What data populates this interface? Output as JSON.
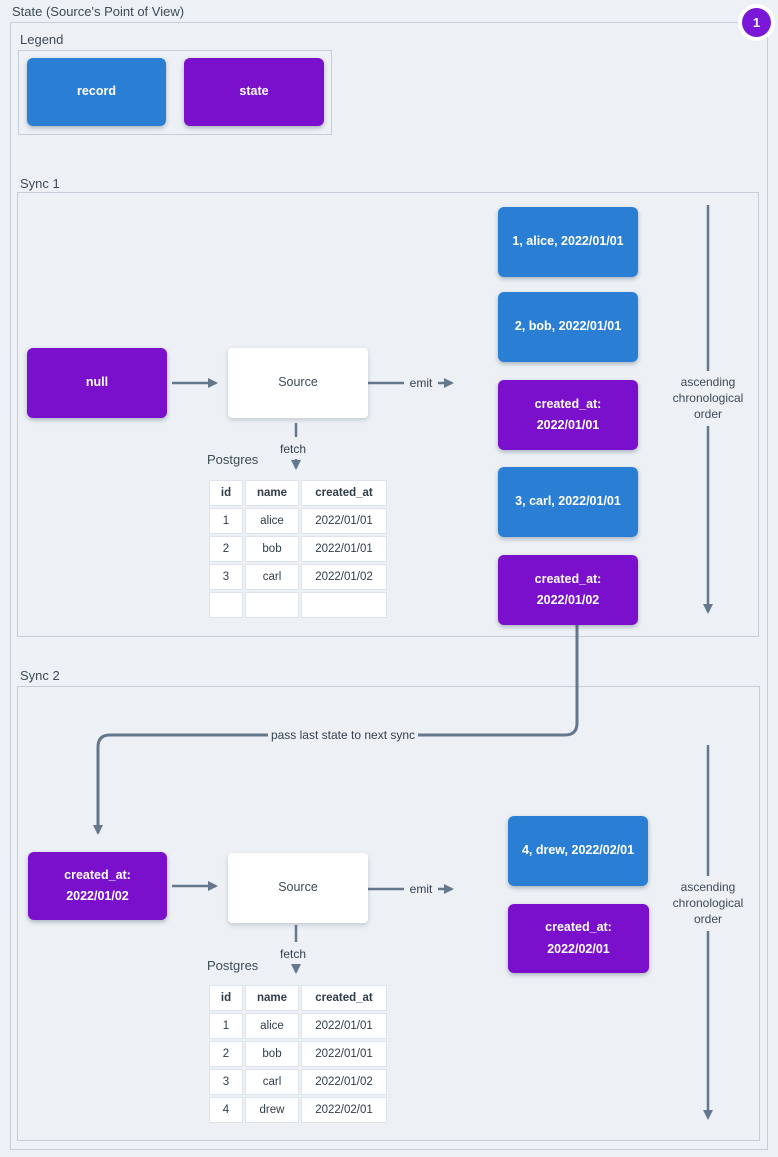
{
  "title": "State (Source's Point of View)",
  "badge": {
    "value": "1"
  },
  "colors": {
    "record": "#2a7fd4",
    "state": "#7a10cc",
    "badge": "#7b17d6",
    "arrow": "#64778c",
    "background": "#edf1f5",
    "panel_border": "#c5ced9"
  },
  "legend": {
    "label": "Legend",
    "items": [
      {
        "type": "record",
        "label": "record"
      },
      {
        "type": "state",
        "label": "state"
      }
    ]
  },
  "pass_label": "pass last state to next sync",
  "sync1": {
    "label": "Sync 1",
    "state_in": "null",
    "source": "Source",
    "emit": "emit",
    "fetch": "fetch",
    "db": "Postgres",
    "table": {
      "headers": [
        "id",
        "name",
        "created_at"
      ],
      "rows": [
        [
          "1",
          "alice",
          "2022/01/01"
        ],
        [
          "2",
          "bob",
          "2022/01/01"
        ],
        [
          "3",
          "carl",
          "2022/01/02"
        ],
        [
          "",
          "",
          ""
        ]
      ]
    },
    "emitted": [
      {
        "type": "record",
        "text": "1, alice, 2022/01/01"
      },
      {
        "type": "record",
        "text": "2, bob, 2022/01/01"
      },
      {
        "type": "state",
        "text": "created_at:\n2022/01/01"
      },
      {
        "type": "record",
        "text": "3, carl, 2022/01/01"
      },
      {
        "type": "state",
        "text": "created_at:\n2022/01/02"
      }
    ],
    "order": "ascending\nchronological\norder"
  },
  "sync2": {
    "label": "Sync 2",
    "state_in": "created_at:\n2022/01/02",
    "source": "Source",
    "emit": "emit",
    "fetch": "fetch",
    "db": "Postgres",
    "table": {
      "headers": [
        "id",
        "name",
        "created_at"
      ],
      "rows": [
        [
          "1",
          "alice",
          "2022/01/01"
        ],
        [
          "2",
          "bob",
          "2022/01/01"
        ],
        [
          "3",
          "carl",
          "2022/01/02"
        ],
        [
          "4",
          "drew",
          "2022/02/01"
        ]
      ]
    },
    "emitted": [
      {
        "type": "record",
        "text": "4, drew, 2022/02/01"
      },
      {
        "type": "state",
        "text": "created_at:\n2022/02/01"
      }
    ],
    "order": "ascending\nchronological\norder"
  }
}
